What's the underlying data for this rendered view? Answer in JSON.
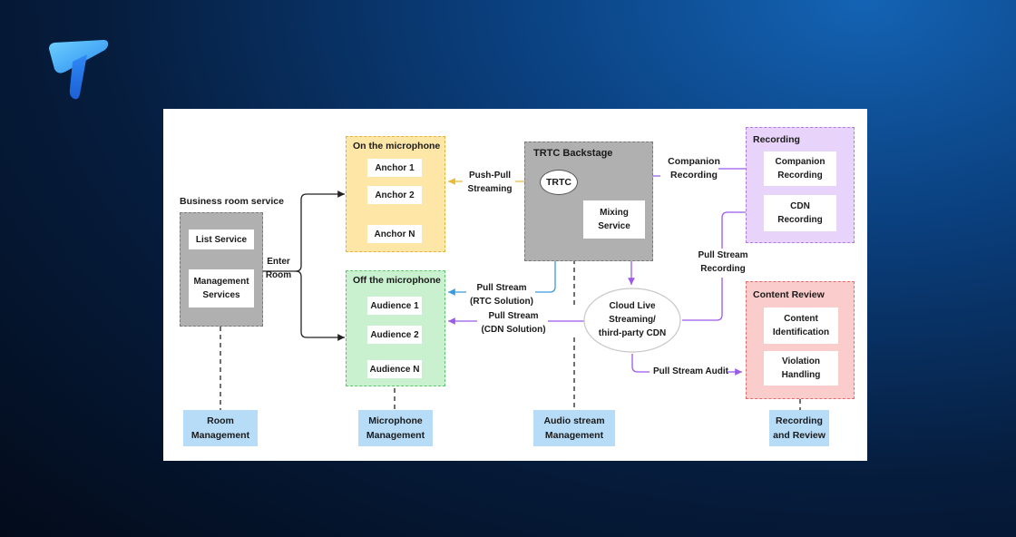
{
  "colors": {
    "background": "#061d3e",
    "on_mic_zone": "#fde6a6",
    "off_mic_zone": "#c9f0cf",
    "recording_zone": "#e8d3fb",
    "review_zone": "#fbcccc",
    "gray_zone": "#b0b0b0",
    "bottom_label": "#b7dcf7",
    "arrow_purple": "#9b59e8",
    "arrow_blue": "#3a9bdc",
    "arrow_yellow": "#e8b93a"
  },
  "logo": {
    "icon": "brand-logo-icon"
  },
  "business": {
    "title": "Business room service",
    "list_service": "List Service",
    "management_services": "Management\nServices"
  },
  "enter_room": "Enter\nRoom",
  "on_mic": {
    "title": "On the microphone",
    "anchor1": "Anchor 1",
    "anchor2": "Anchor 2",
    "anchorN": "Anchor N"
  },
  "off_mic": {
    "title": "Off the microphone",
    "audience1": "Audience 1",
    "audience2": "Audience 2",
    "audienceN": "Audience N"
  },
  "push_pull": "Push-Pull\nStreaming",
  "trtc_backstage": {
    "title": "TRTC Backstage",
    "trtc": "TRTC",
    "mixing": "Mixing\nService"
  },
  "pull_rtc": "Pull Stream\n(RTC Solution)",
  "pull_cdn": "Pull Stream\n(CDN Solution)",
  "cloud_live": "Cloud Live\nStreaming/\nthird-party CDN",
  "companion_recording_label": "Companion\nRecording",
  "pull_stream_recording": "Pull Stream\nRecording",
  "pull_stream_audit": "Pull Stream Audit",
  "recording": {
    "title": "Recording",
    "companion": "Companion\nRecording",
    "cdn": "CDN\nRecording"
  },
  "content_review": {
    "title": "Content Review",
    "identification": "Content\nIdentification",
    "violation": "Violation\nHandling"
  },
  "bottom": {
    "room": "Room\nManagement",
    "microphone": "Microphone\nManagement",
    "audio": "Audio stream\nManagement",
    "review": "Recording\nand Review"
  }
}
